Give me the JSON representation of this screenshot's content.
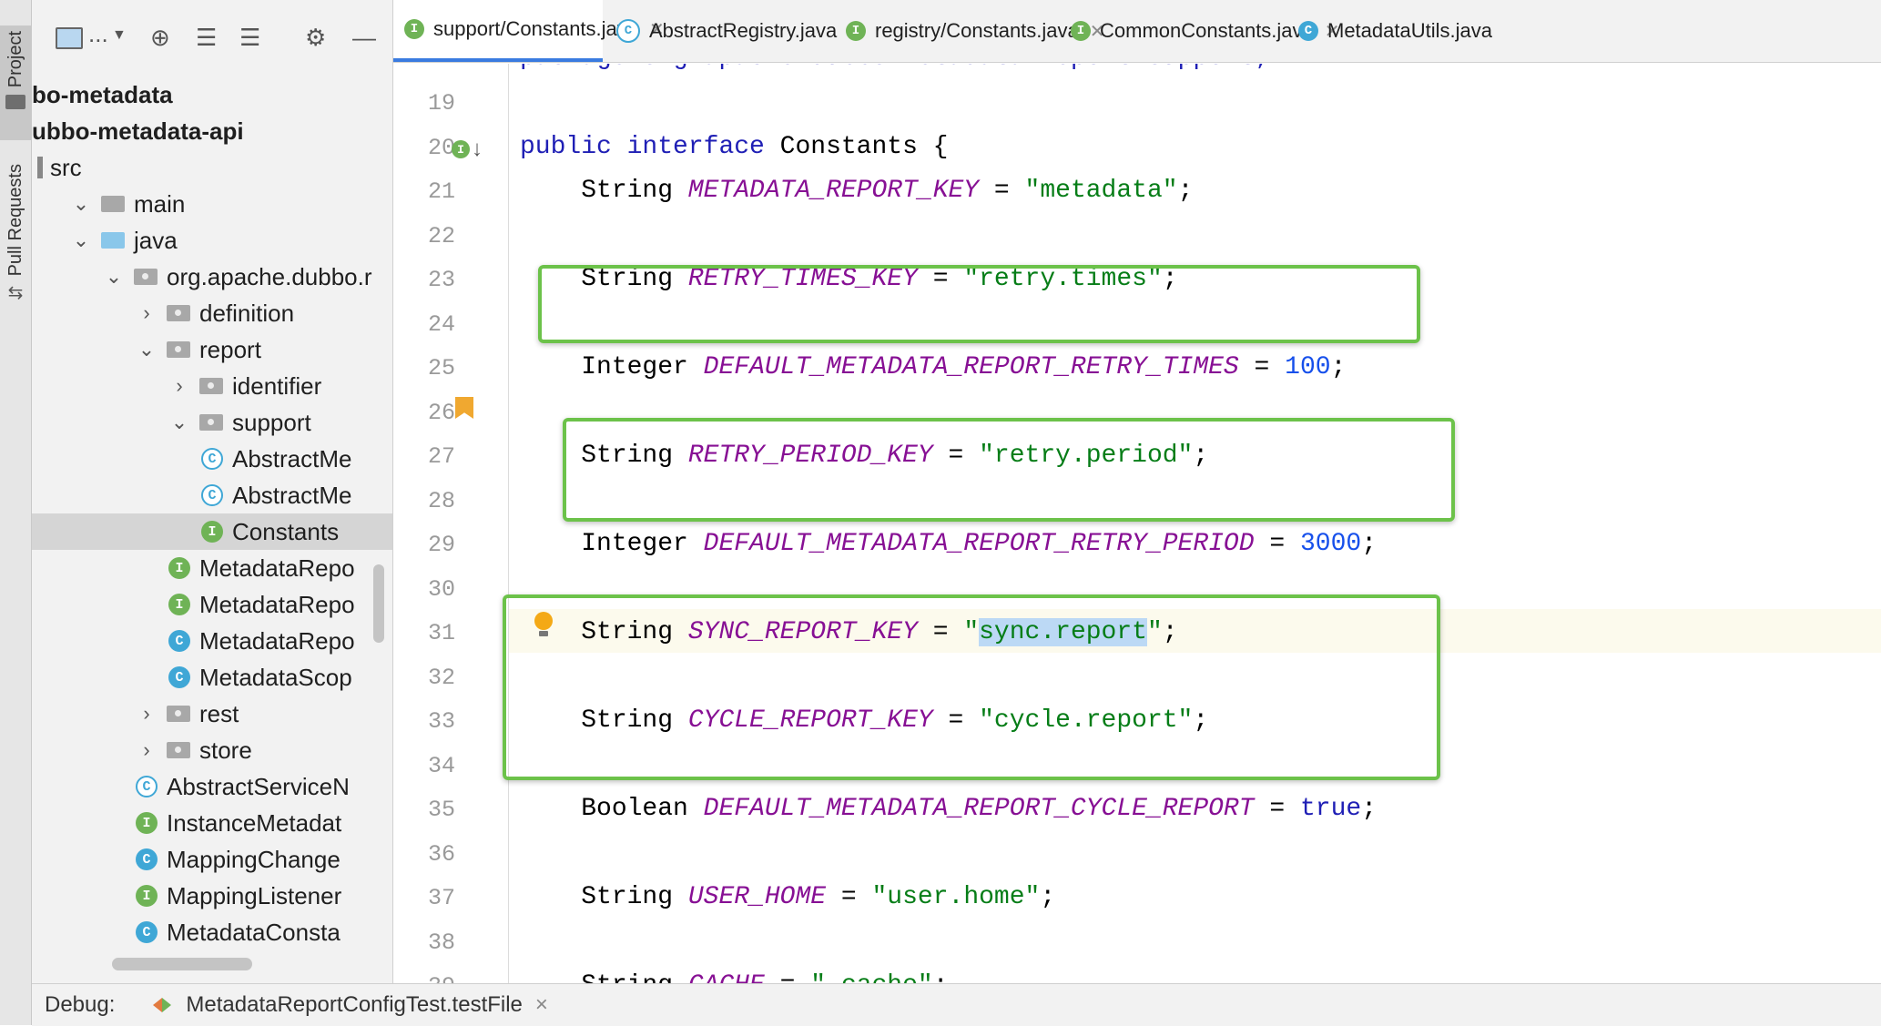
{
  "toolstrip": {
    "project_label": "Project",
    "pull_requests_label": "Pull Requests"
  },
  "project_toolbar": {
    "view_mode_label": "...",
    "icons": [
      "layout-icon",
      "chevron-down-icon",
      "crosshair-icon",
      "expand-all-icon",
      "collapse-all-icon",
      "gear-icon",
      "minimize-icon"
    ]
  },
  "tree": [
    {
      "label": "bo-metadata",
      "kind": "module",
      "expanded": true
    },
    {
      "label": "ubbo-metadata-api",
      "kind": "module",
      "expanded": true
    },
    {
      "label": "src",
      "kind": "folder",
      "expanded": true
    },
    {
      "label": "main",
      "kind": "folder",
      "expanded": true
    },
    {
      "label": "java",
      "kind": "source-root",
      "expanded": true
    },
    {
      "label": "org.apache.dubbo.r",
      "kind": "package",
      "expanded": true
    },
    {
      "label": "definition",
      "kind": "package",
      "expanded": false
    },
    {
      "label": "report",
      "kind": "package",
      "expanded": true
    },
    {
      "label": "identifier",
      "kind": "package",
      "expanded": false
    },
    {
      "label": "support",
      "kind": "package",
      "expanded": true
    },
    {
      "label": "AbstractMe",
      "kind": "abstract-class"
    },
    {
      "label": "AbstractMe",
      "kind": "abstract-class"
    },
    {
      "label": "Constants",
      "kind": "interface",
      "selected": true
    },
    {
      "label": "MetadataRepo",
      "kind": "interface"
    },
    {
      "label": "MetadataRepo",
      "kind": "interface"
    },
    {
      "label": "MetadataRepo",
      "kind": "class"
    },
    {
      "label": "MetadataScop",
      "kind": "class"
    },
    {
      "label": "rest",
      "kind": "package",
      "expanded": false
    },
    {
      "label": "store",
      "kind": "package",
      "expanded": false
    },
    {
      "label": "AbstractServiceN",
      "kind": "abstract-class"
    },
    {
      "label": "InstanceMetadat",
      "kind": "interface"
    },
    {
      "label": "MappingChange",
      "kind": "class"
    },
    {
      "label": "MappingListener",
      "kind": "interface"
    },
    {
      "label": "MetadataConsta",
      "kind": "class"
    }
  ],
  "editor_tabs": [
    {
      "label": "support/Constants.java",
      "icon": "I",
      "active": true,
      "closable": true
    },
    {
      "label": "AbstractRegistry.java",
      "icon": "A",
      "closable": true
    },
    {
      "label": "registry/Constants.java",
      "icon": "I",
      "closable": true
    },
    {
      "label": "CommonConstants.java",
      "icon": "I",
      "closable": true
    },
    {
      "label": "MetadataUtils.java",
      "icon": "C",
      "closable": false
    }
  ],
  "code": {
    "top_partial_line": "package org.apache.dubbo.metadata.report.support;",
    "lines": [
      {
        "n": "19",
        "tokens": []
      },
      {
        "n": "20",
        "tokens": [
          [
            "kw",
            "public "
          ],
          [
            "kw",
            "interface "
          ],
          [
            "t",
            "Constants {"
          ]
        ]
      },
      {
        "n": "21",
        "tokens": [
          [
            "t",
            "    String "
          ],
          [
            "fld",
            "METADATA_REPORT_KEY"
          ],
          [
            "t",
            " = "
          ],
          [
            "str",
            "\"metadata\""
          ],
          [
            "t",
            ";"
          ]
        ]
      },
      {
        "n": "22",
        "tokens": []
      },
      {
        "n": "23",
        "tokens": [
          [
            "t",
            "    String "
          ],
          [
            "fld",
            "RETRY_TIMES_KEY"
          ],
          [
            "t",
            " = "
          ],
          [
            "str",
            "\"retry.times\""
          ],
          [
            "t",
            ";"
          ]
        ]
      },
      {
        "n": "24",
        "tokens": []
      },
      {
        "n": "25",
        "tokens": [
          [
            "t",
            "    Integer "
          ],
          [
            "fld",
            "DEFAULT_METADATA_REPORT_RETRY_TIMES"
          ],
          [
            "t",
            " = "
          ],
          [
            "num",
            "100"
          ],
          [
            "t",
            ";"
          ]
        ]
      },
      {
        "n": "26",
        "tokens": []
      },
      {
        "n": "27",
        "tokens": [
          [
            "t",
            "    String "
          ],
          [
            "fld",
            "RETRY_PERIOD_KEY"
          ],
          [
            "t",
            " = "
          ],
          [
            "str",
            "\"retry.period\""
          ],
          [
            "t",
            ";"
          ]
        ]
      },
      {
        "n": "28",
        "tokens": []
      },
      {
        "n": "29",
        "tokens": [
          [
            "t",
            "    Integer "
          ],
          [
            "fld",
            "DEFAULT_METADATA_REPORT_RETRY_PERIOD"
          ],
          [
            "t",
            " = "
          ],
          [
            "num",
            "3000"
          ],
          [
            "t",
            ";"
          ]
        ]
      },
      {
        "n": "30",
        "tokens": []
      },
      {
        "n": "31",
        "tokens": [
          [
            "t",
            "    String "
          ],
          [
            "fld",
            "SYNC_REPORT_KEY"
          ],
          [
            "t",
            " = "
          ],
          [
            "str",
            "\""
          ],
          [
            "hl",
            "sync.report"
          ],
          [
            "str",
            "\""
          ],
          [
            "t",
            ";"
          ]
        ]
      },
      {
        "n": "32",
        "tokens": []
      },
      {
        "n": "33",
        "tokens": [
          [
            "t",
            "    String "
          ],
          [
            "fld",
            "CYCLE_REPORT_KEY"
          ],
          [
            "t",
            " = "
          ],
          [
            "str",
            "\"cycle.report\""
          ],
          [
            "t",
            ";"
          ]
        ]
      },
      {
        "n": "34",
        "tokens": []
      },
      {
        "n": "35",
        "tokens": [
          [
            "t",
            "    Boolean "
          ],
          [
            "fld",
            "DEFAULT_METADATA_REPORT_CYCLE_REPORT"
          ],
          [
            "t",
            " = "
          ],
          [
            "kw",
            "true"
          ],
          [
            "t",
            ";"
          ]
        ]
      },
      {
        "n": "36",
        "tokens": []
      },
      {
        "n": "37",
        "tokens": [
          [
            "t",
            "    String "
          ],
          [
            "fld",
            "USER_HOME"
          ],
          [
            "t",
            " = "
          ],
          [
            "str",
            "\"user.home\""
          ],
          [
            "t",
            ";"
          ]
        ]
      },
      {
        "n": "38",
        "tokens": []
      },
      {
        "n": "39",
        "tokens": [
          [
            "t",
            "    String "
          ],
          [
            "fld",
            "CACHE"
          ],
          [
            "t",
            " = "
          ],
          [
            "str",
            "\".cache\""
          ],
          [
            "t",
            ";"
          ]
        ]
      }
    ]
  },
  "debug_bar": {
    "label": "Debug:",
    "config": "MetadataReportConfigTest.testFile",
    "close": "×"
  },
  "colors": {
    "annotation_box": "#6cc24a",
    "active_tab": "#3a7be0",
    "keyword": "#1f1fb5",
    "field": "#871094",
    "string": "#067d17",
    "number": "#1750eb"
  }
}
